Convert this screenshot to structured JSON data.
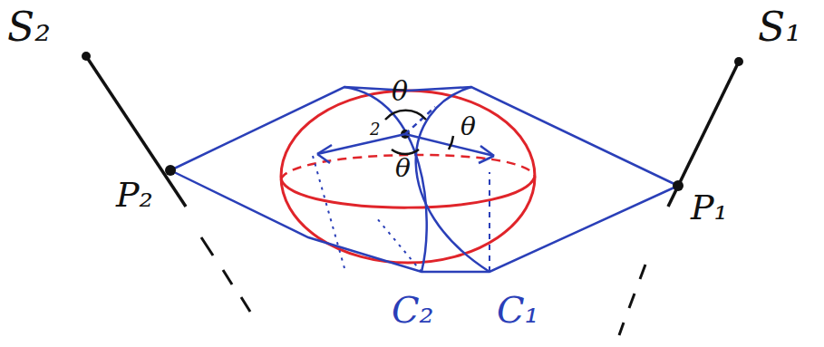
{
  "diagram": {
    "labels": [
      "S₂",
      "S₁",
      "P₂",
      "P₁",
      "θ",
      "θ",
      "θ",
      "2",
      "C₂",
      "C₁"
    ]
  }
}
